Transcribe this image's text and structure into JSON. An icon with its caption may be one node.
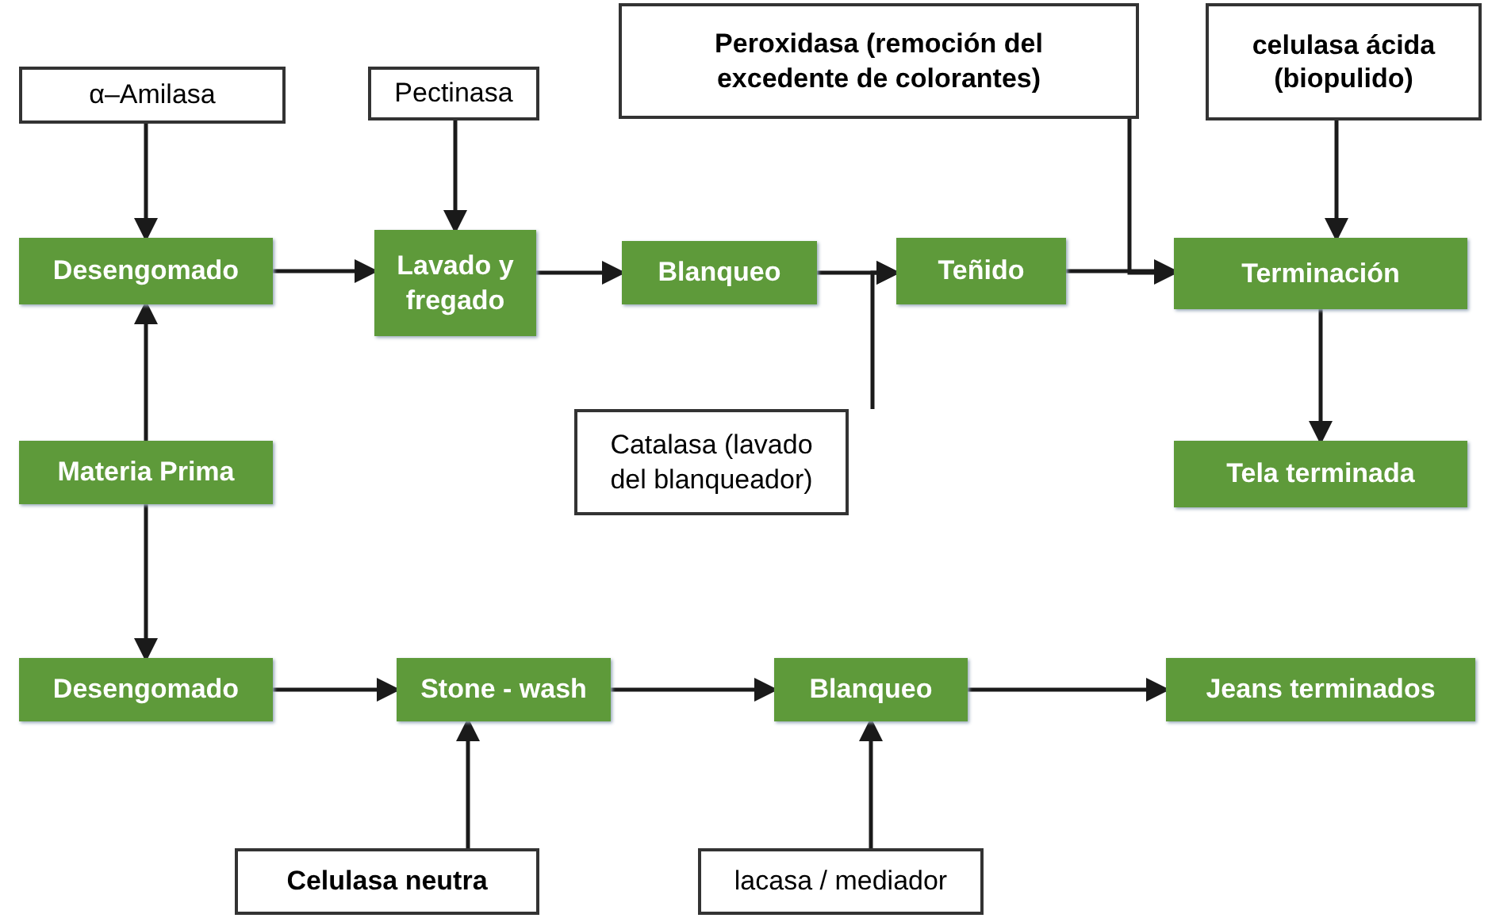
{
  "diagram": {
    "nodes": [
      {
        "text": [
          "α–Amilasa"
        ]
      },
      {
        "text": [
          "Pectinasa"
        ]
      },
      {
        "text": [
          "Peroxidasa (remoción del excedente de colorantes)"
        ]
      },
      {
        "text": [
          "celulasa ácida (biopulido)"
        ]
      },
      {
        "text": [
          "Desengomado"
        ]
      },
      {
        "text": [
          "Lavado y fregado"
        ]
      },
      {
        "text": [
          "Blanqueo"
        ]
      },
      {
        "text": [
          "Teñido"
        ]
      },
      {
        "text": [
          "Terminación"
        ]
      },
      {
        "text": [
          "Catalasa (lavado del blanqueador)"
        ]
      },
      {
        "text": [
          "Materia Prima"
        ]
      },
      {
        "text": [
          "Tela terminada"
        ]
      },
      {
        "text": [
          "Desengomado"
        ]
      },
      {
        "text": [
          "Stone - wash"
        ]
      },
      {
        "text": [
          "Blanqueo"
        ]
      },
      {
        "text": [
          "Jeans terminados"
        ]
      },
      {
        "text": [
          "Celulasa neutra"
        ]
      },
      {
        "text": [
          "lacasa / mediador"
        ]
      }
    ],
    "edges": [
      {
        "from": 0,
        "to": 4,
        "arrow": "to"
      },
      {
        "from": 1,
        "to": 5,
        "arrow": "to"
      },
      {
        "from": 4,
        "to": 5,
        "arrow": "to"
      },
      {
        "from": 5,
        "to": 6,
        "arrow": "to"
      },
      {
        "from": 6,
        "to": 7,
        "arrow": "to"
      },
      {
        "from": 9,
        "to": 7,
        "arrow": "to"
      },
      {
        "from": 7,
        "to": 8,
        "arrow": "to"
      },
      {
        "from": 2,
        "to": 8,
        "arrow": "to"
      },
      {
        "from": 3,
        "to": 8,
        "arrow": "to"
      },
      {
        "from": 8,
        "to": 11,
        "arrow": "to"
      },
      {
        "from": 10,
        "to": 4,
        "arrow": "to"
      },
      {
        "from": 10,
        "to": 12,
        "arrow": "to"
      },
      {
        "from": 12,
        "to": 13,
        "arrow": "to"
      },
      {
        "from": 13,
        "to": 14,
        "arrow": "to"
      },
      {
        "from": 14,
        "to": 15,
        "arrow": "to"
      },
      {
        "from": 16,
        "to": 13,
        "arrow": "to"
      },
      {
        "from": 17,
        "to": 14,
        "arrow": "to"
      }
    ]
  }
}
